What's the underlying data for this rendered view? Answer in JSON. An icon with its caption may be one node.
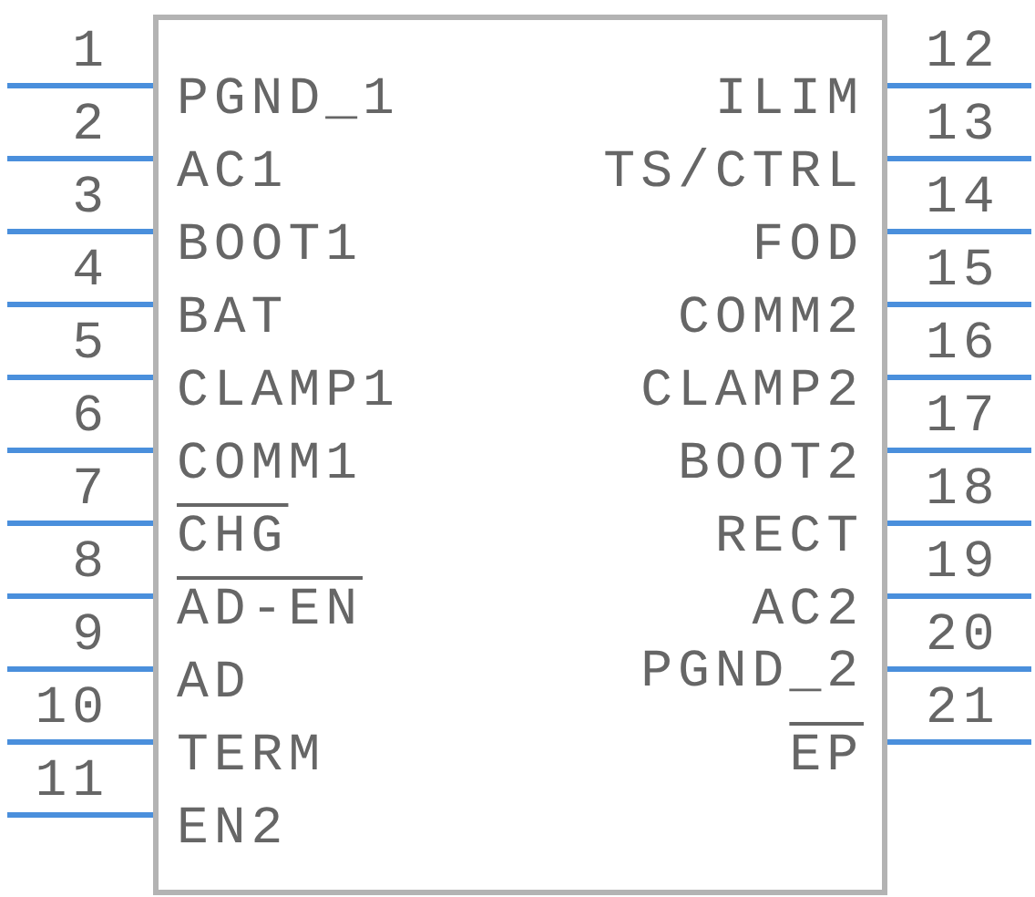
{
  "diagram": {
    "nodes": [
      {
        "text": [
          "PGND_1",
          "AC1",
          "BOOT1",
          "BAT",
          "CLAMP1",
          "COMM1",
          "CHG",
          "AD-EN",
          "AD",
          "TERM",
          "EN2",
          "ILIM",
          "TS/CTRL",
          "FOD",
          "COMM2",
          "CLAMP2",
          "BOOT2",
          "RECT",
          "AC2",
          "PGND_2",
          "EP"
        ]
      }
    ],
    "labels": [
      "1",
      "2",
      "3",
      "4",
      "5",
      "6",
      "7",
      "8",
      "9",
      "10",
      "11",
      "12",
      "13",
      "14",
      "15",
      "16",
      "17",
      "18",
      "19",
      "20",
      "21"
    ]
  }
}
